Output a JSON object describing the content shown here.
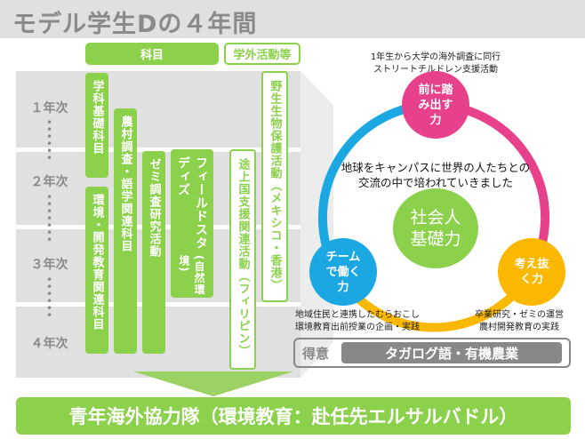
{
  "title": "モデル学生Dの４年間",
  "headers": {
    "subjects": "科目",
    "extracurricular": "学外活動等"
  },
  "years": [
    "１年次",
    "２年次",
    "３年次",
    "４年次"
  ],
  "subjects": [
    {
      "label": "学科基礎科目"
    },
    {
      "label": "環境・開発教育関連科目"
    },
    {
      "label": "農村調査・語学関連科目"
    },
    {
      "label": "ゼミ調査研究活動"
    },
    {
      "label": "フィールドスタディズ",
      "sub": "(自然環境)"
    }
  ],
  "activities": [
    {
      "label": "途上国支援関連活動（フィリピン）"
    },
    {
      "label": "野生生物保護活動（メキシコ・香港）"
    }
  ],
  "diagram": {
    "top_note": [
      "1年生から大学の海外調査に同行",
      "ストリートチルドレン支援活動"
    ],
    "center_text": [
      "地球をキャンパスに世界の人たちとの",
      "交流の中で培われていきました"
    ],
    "center": [
      "社会人",
      "基礎力"
    ],
    "step_forward": [
      "前に踏",
      "み出す",
      "力"
    ],
    "teamwork": [
      "チーム",
      "で働く",
      "力"
    ],
    "think": [
      "考え抜",
      "く力"
    ],
    "left_note": [
      "地域住民と連携したむらおこし",
      "環境教育出前授業の企画・実践"
    ],
    "right_note": [
      "卒業研究・ゼミの運営",
      "農村開発教育の実践"
    ],
    "colors": {
      "pink": "#e8418c",
      "blue": "#1ba8e2",
      "orange": "#fbb800",
      "green": "#8cd14b"
    }
  },
  "strength": {
    "label": "得意",
    "value": "タガログ語・有機農業"
  },
  "result": "青年海外協力隊（環境教育：赴任先エルサルバドル）"
}
